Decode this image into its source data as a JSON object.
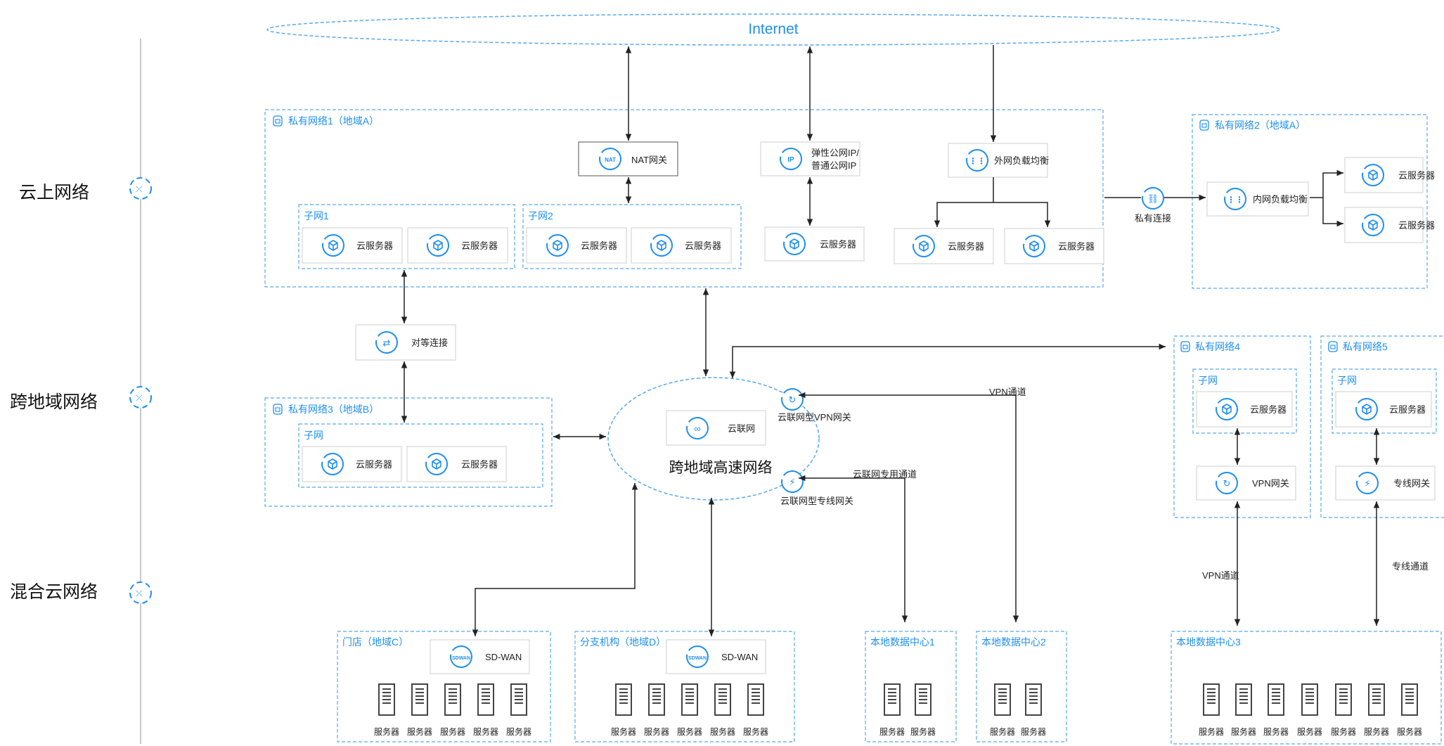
{
  "layers": {
    "cloud": "云上网络",
    "cross_region": "跨地域网络",
    "hybrid": "混合云网络"
  },
  "internet": "Internet",
  "vpc1": {
    "title": "私有网络1（地域A）",
    "nat": "NAT网关",
    "eip_line1": "弹性公网IP/",
    "eip_line2": "普通公网IP",
    "eip_server": "云服务器",
    "elb": "外网负载均衡",
    "elb_server1": "云服务器",
    "elb_server2": "云服务器",
    "subnet1": {
      "title": "子网1",
      "server1": "云服务器",
      "server2": "云服务器"
    },
    "subnet2": {
      "title": "子网2",
      "server1": "云服务器",
      "server2": "云服务器"
    }
  },
  "private_link": "私有连接",
  "vpc2": {
    "title": "私有网络2（地域A）",
    "ilb": "内网负载均衡",
    "server1": "云服务器",
    "server2": "云服务器"
  },
  "peering": "对等连接",
  "vpc3": {
    "title": "私有网络3（地域B）",
    "subnet_title": "子网",
    "server1": "云服务器",
    "server2": "云服务器"
  },
  "ccn": {
    "label": "云联网",
    "title": "跨地域高速网络",
    "vpn_gw": "云联网型VPN网关",
    "dc_gw": "云联网型专线网关",
    "vpn_tunnel": "VPN通道",
    "dc_tunnel": "云联网专用通道"
  },
  "vpc4": {
    "title": "私有网络4",
    "subnet_title": "子网",
    "server": "云服务器",
    "vpn_gw": "VPN网关"
  },
  "vpc5": {
    "title": "私有网络5",
    "subnet_title": "子网",
    "server": "云服务器",
    "dc_gw": "专线网关"
  },
  "vpn_tunnel_right": "VPN通道",
  "dc_tunnel_right": "专线通道",
  "store": {
    "title": "门店（地域C）",
    "sdwan": "SD-WAN",
    "server_label": "服务器"
  },
  "branch": {
    "title": "分支机构（地域D）",
    "sdwan": "SD-WAN",
    "server_label": "服务器"
  },
  "idc1": {
    "title": "本地数据中心1",
    "server_label": "服务器"
  },
  "idc2": {
    "title": "本地数据中心2",
    "server_label": "服务器"
  },
  "idc3": {
    "title": "本地数据中心3",
    "server_label": "服务器"
  },
  "colors": {
    "accent": "#1f8ff0",
    "dash": "#57a9ee",
    "line": "#222222",
    "server": "#444444",
    "axis": "#c8c8c8"
  }
}
